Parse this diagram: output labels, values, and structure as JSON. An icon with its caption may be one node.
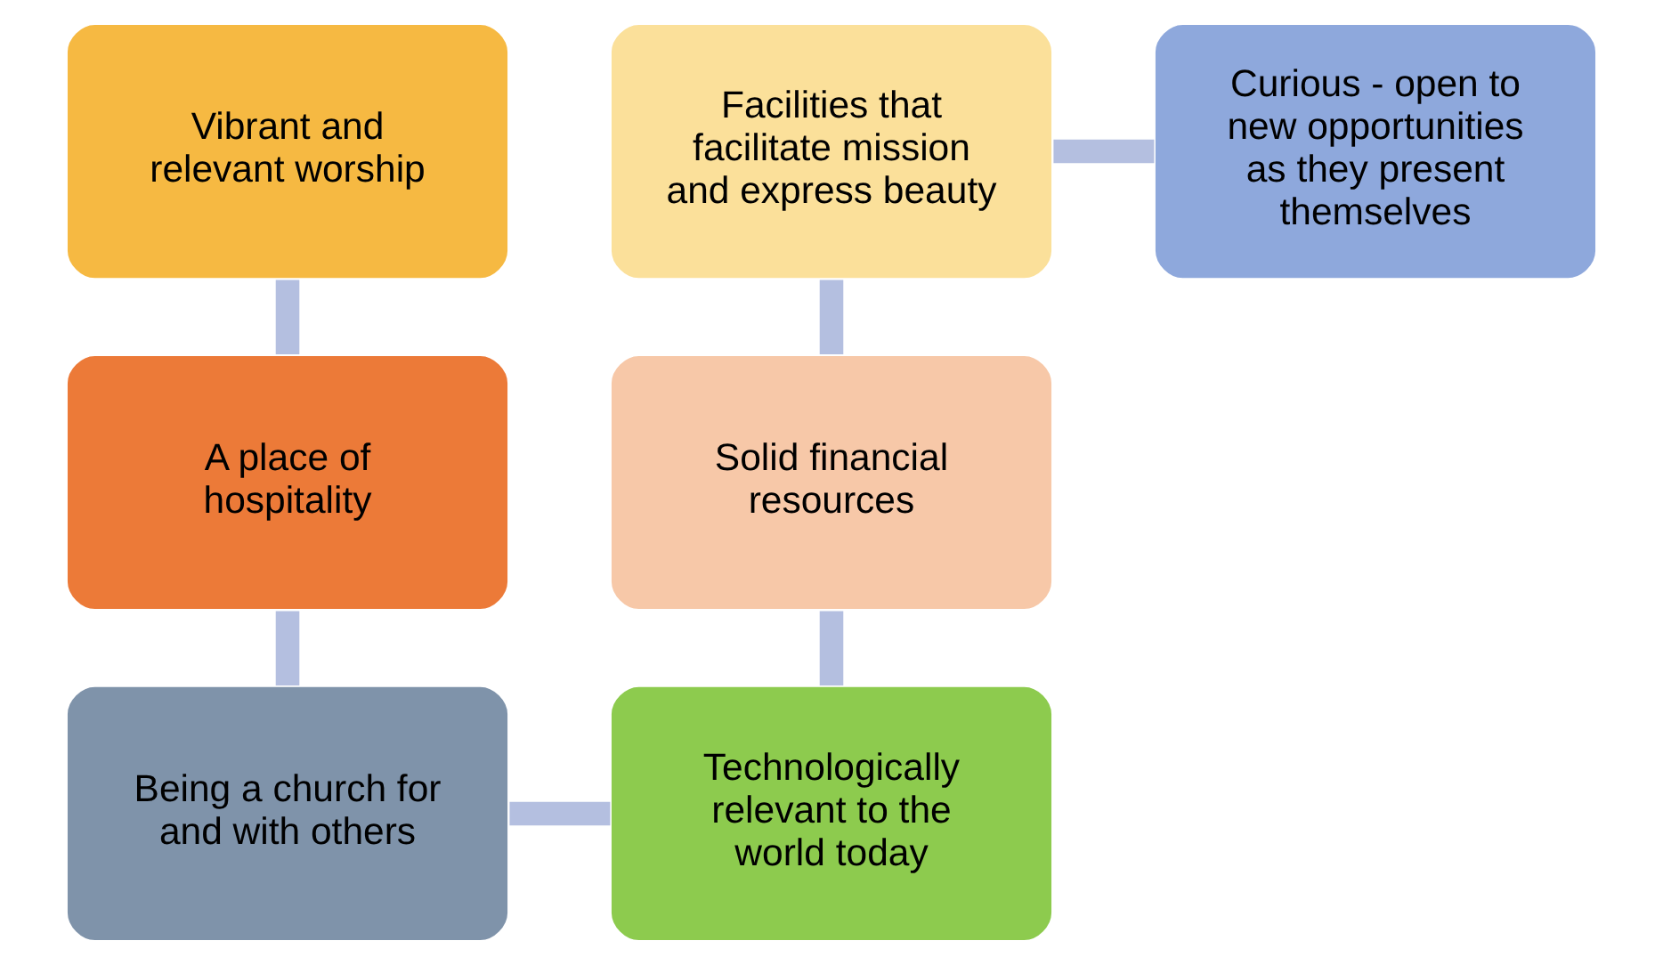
{
  "diagram": {
    "nodes": [
      {
        "text": [
          "Vibrant and relevant worship"
        ]
      },
      {
        "text": [
          "A place of hospitality"
        ]
      },
      {
        "text": [
          "Being a church for and with others"
        ]
      },
      {
        "text": [
          "Technologically relevant to the world today"
        ]
      },
      {
        "text": [
          "Solid financial resources"
        ]
      },
      {
        "text": [
          "Facilities that facilitate mission and express beauty"
        ]
      },
      {
        "text": [
          "Curious - open to new opportunities as they present themselves"
        ]
      }
    ],
    "edges": [
      {
        "from": 0,
        "to": 1,
        "arrow": "none"
      },
      {
        "from": 1,
        "to": 2,
        "arrow": "none"
      },
      {
        "from": 2,
        "to": 3,
        "arrow": "none"
      },
      {
        "from": 3,
        "to": 4,
        "arrow": "none"
      },
      {
        "from": 4,
        "to": 5,
        "arrow": "none"
      },
      {
        "from": 5,
        "to": 6,
        "arrow": "none"
      }
    ]
  }
}
